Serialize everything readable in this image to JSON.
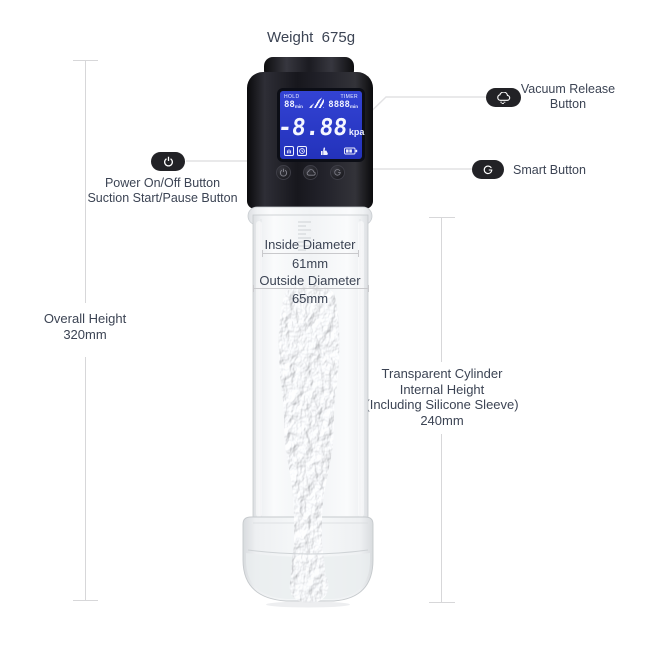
{
  "header": {
    "weight_label": "Weight  675g"
  },
  "device": {
    "lcd": {
      "hold_label": "HOLD",
      "hold_value": "88",
      "hold_unit": "min",
      "timer_label": "TIMER",
      "timer_value": "8888",
      "timer_unit": "min",
      "pressure_value": "-8.88",
      "pressure_unit": "kpa",
      "screen_color": "#2b3bca",
      "icons": [
        "vacuum-level-triangle",
        "hand-mode",
        "auto-mode",
        "thumb-up",
        "battery"
      ]
    },
    "head_buttons": [
      "power",
      "vacuum-release",
      "smart"
    ]
  },
  "annotations": {
    "power_button": {
      "icon": "power-icon",
      "line1": "Power On/Off Button",
      "line2": "Suction Start/Pause Button"
    },
    "vacuum_release_button": {
      "icon": "cloud-icon",
      "line1": "Vacuum Release",
      "line2": "Button"
    },
    "smart_button": {
      "icon": "smart-ring-icon",
      "label": "Smart Button"
    },
    "inside_diameter": {
      "label": "Inside Diameter",
      "value": "61mm"
    },
    "outside_diameter": {
      "label": "Outside Diameter",
      "value": "65mm"
    },
    "overall_height": {
      "label": "Overall Height",
      "value": "320mm"
    },
    "internal_height": {
      "line1": "Transparent Cylinder",
      "line2": "Internal Height",
      "line3": "(Including Silicone Sleeve)",
      "line4": "240mm"
    }
  },
  "colors": {
    "text": "#3c4454",
    "dimension_line": "#d7d7d9",
    "badge_background": "#222226",
    "lcd_blue": "#2b3bca",
    "head_black": "#17171d"
  }
}
